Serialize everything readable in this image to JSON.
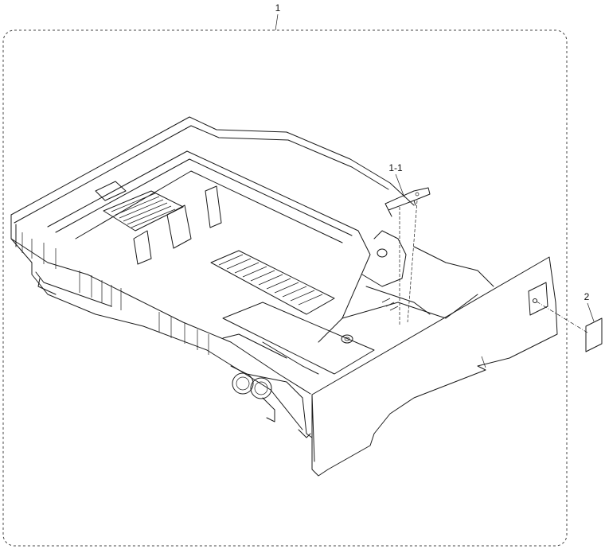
{
  "callouts": {
    "assembly": "1",
    "part_1_1": "1-1",
    "part_2": "2"
  }
}
